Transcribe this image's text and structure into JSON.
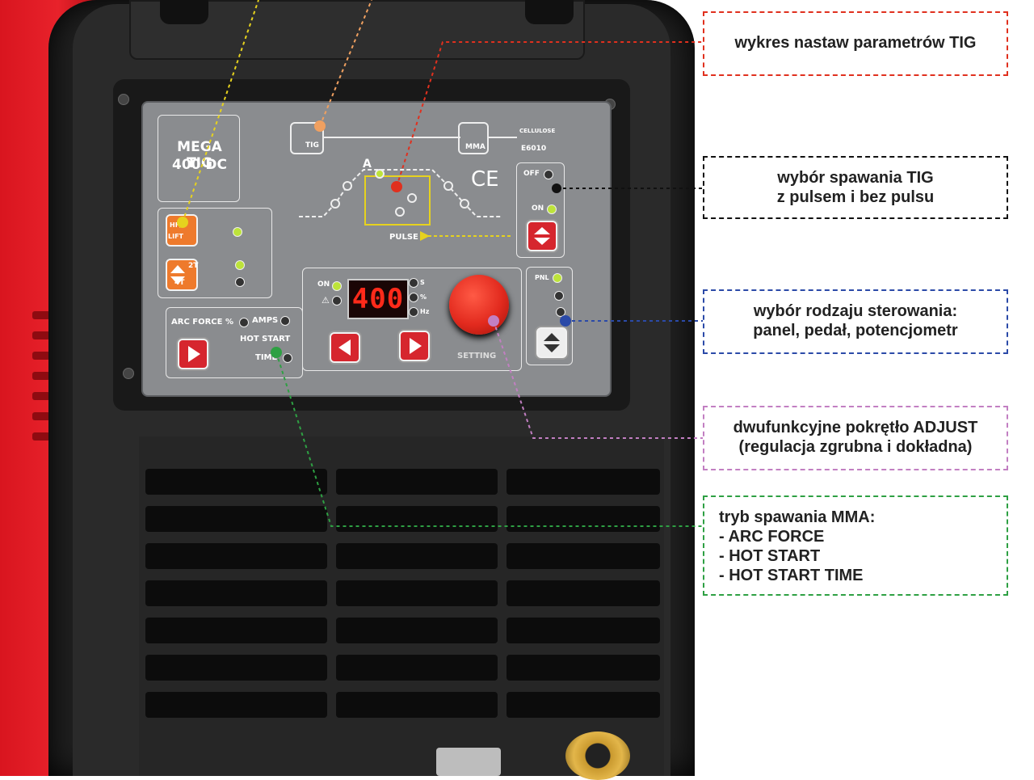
{
  "panel": {
    "model_line1": "MEGA TIG",
    "model_line2": "400 DC",
    "mode_tig": "TIG",
    "mode_mma": "MMA",
    "cellulose_line1": "CELLULOSE",
    "cellulose_line2": "E6010",
    "ce_mark": "CE",
    "graph_a": "A",
    "pulse_label": "PULSE",
    "off_label": "OFF",
    "on_label": "ON",
    "hf_lift_line1": "HF/",
    "hf_lift_line2": "LIFT",
    "t2": "2T",
    "t4": "4T",
    "arc_force": "ARC FORCE %",
    "amps": "AMPS",
    "hot_start": "HOT START",
    "time": "TIME",
    "display_on": "ON",
    "display_value": "400",
    "unit_s": "S",
    "unit_pct": "%",
    "unit_hz": "Hz",
    "setting": "SETTING",
    "pnl": "PNL"
  },
  "callouts": [
    {
      "id": "tig-graph",
      "lines": [
        "wykres nastaw parametrów TIG"
      ],
      "color": "#e0301e"
    },
    {
      "id": "pulse-select",
      "lines": [
        "wybór spawania TIG",
        "z pulsem i bez pulsu"
      ],
      "color": "#111111"
    },
    {
      "id": "control-select",
      "lines": [
        "wybór rodzaju sterowania:",
        "panel, pedał, potencjometr"
      ],
      "color": "#2b4aa8"
    },
    {
      "id": "adjust-knob",
      "lines": [
        "dwufunkcyjne pokrętło ADJUST",
        "(regulacja zgrubna i dokładna)"
      ],
      "color": "#c27fc2"
    },
    {
      "id": "mma-mode",
      "lines": [
        "tryb spawania MMA:",
        "- ARC FORCE",
        "- HOT START",
        "- HOT START TIME"
      ],
      "color": "#2ea043"
    }
  ],
  "colors": {
    "machine_red": "#e8222b",
    "machine_black": "#202020",
    "panel_grey": "#8a8c8f",
    "display_red": "#ff2a1a",
    "knob_red": "#e22a1e",
    "led_green": "#bde33a",
    "line_yellow": "#e6d21e",
    "line_orange": "#f0a060"
  }
}
